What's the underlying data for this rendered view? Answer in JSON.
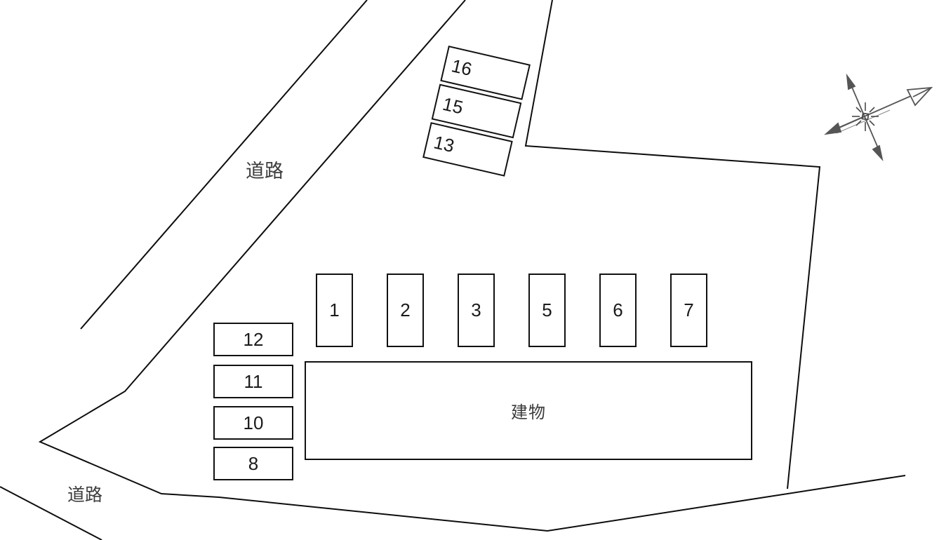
{
  "plan": {
    "type": "site-parking-layout",
    "background_color": "#ffffff",
    "line_color": "#0d0d0d",
    "label_color": "#3c3c3c",
    "number_color": "#1a1a1a",
    "compass_color": "#555555"
  },
  "roads": {
    "upper_label": "道路",
    "lower_label": "道路"
  },
  "building": {
    "label": "建物"
  },
  "parking": {
    "slanted_labels": [
      "16",
      "15",
      "13"
    ],
    "row_labels": [
      "1",
      "2",
      "3",
      "5",
      "6",
      "7"
    ],
    "left_labels": [
      "12",
      "11",
      "10",
      "8"
    ]
  },
  "compass": {
    "icon": "compass-rose",
    "main_arrow_direction": "upper-right"
  }
}
